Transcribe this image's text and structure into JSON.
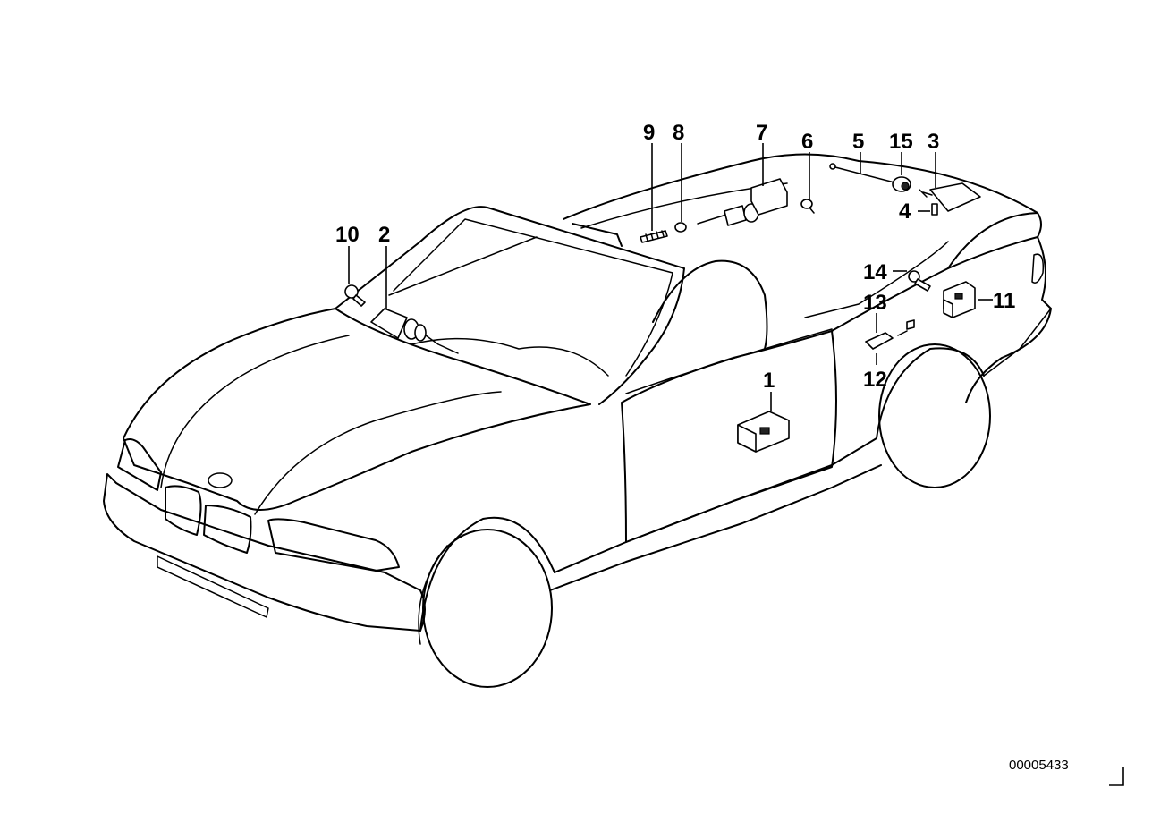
{
  "diagram": {
    "drawing_number": "00005433",
    "callouts": [
      {
        "key": "c1",
        "label": "1"
      },
      {
        "key": "c2",
        "label": "2"
      },
      {
        "key": "c3",
        "label": "3"
      },
      {
        "key": "c4",
        "label": "4"
      },
      {
        "key": "c5",
        "label": "5"
      },
      {
        "key": "c6",
        "label": "6"
      },
      {
        "key": "c7",
        "label": "7"
      },
      {
        "key": "c8",
        "label": "8"
      },
      {
        "key": "c9",
        "label": "9"
      },
      {
        "key": "c10",
        "label": "10"
      },
      {
        "key": "c11",
        "label": "11"
      },
      {
        "key": "c12",
        "label": "12"
      },
      {
        "key": "c13",
        "label": "13"
      },
      {
        "key": "c14",
        "label": "14"
      },
      {
        "key": "c15",
        "label": "15"
      }
    ]
  }
}
